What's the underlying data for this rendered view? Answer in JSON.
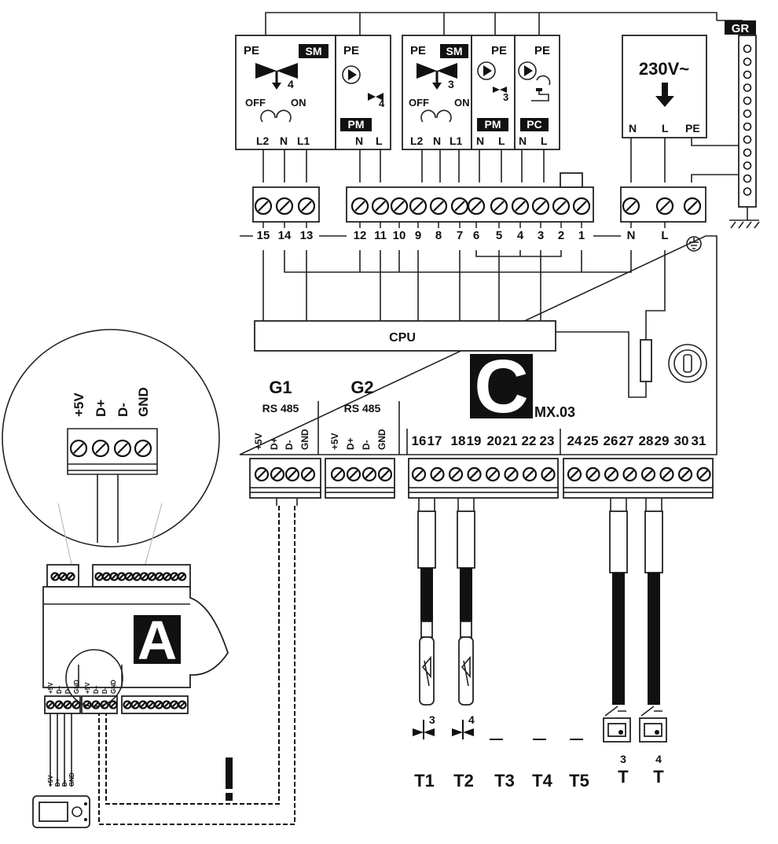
{
  "module_c": {
    "letter": "C",
    "model": "MX.03",
    "cpu_label": "CPU",
    "g1": {
      "name": "G1",
      "bus": "RS 485",
      "pins": [
        "+5V",
        "D+",
        "D-",
        "GND"
      ]
    },
    "g2": {
      "name": "G2",
      "bus": "RS 485",
      "pins": [
        "+5V",
        "D+",
        "D-",
        "GND"
      ]
    },
    "upper_terminals": [
      "15",
      "14",
      "13",
      "12",
      "11",
      "10",
      "9",
      "8",
      "7",
      "6",
      "5",
      "4",
      "3",
      "2",
      "1",
      "N",
      "L"
    ],
    "lower_terminals": [
      "16",
      "17",
      "18",
      "19",
      "20",
      "21",
      "22",
      "23",
      "24",
      "25",
      "26",
      "27",
      "28",
      "29",
      "30",
      "31"
    ]
  },
  "devices": {
    "mixer4": {
      "pe": "PE",
      "badge": "SM",
      "num": "4",
      "off": "OFF",
      "on": "ON",
      "l2": "L2",
      "n": "N",
      "l1": "L1"
    },
    "pump4": {
      "pe": "PE",
      "num": "4",
      "badge": "PM",
      "n": "N",
      "l": "L"
    },
    "mixer3": {
      "pe": "PE",
      "badge": "SM",
      "num": "3",
      "off": "OFF",
      "on": "ON",
      "l2": "L2",
      "n": "N",
      "l1": "L1"
    },
    "pump3": {
      "pe": "PE",
      "num": "3",
      "badge": "PM",
      "n": "N",
      "l": "L"
    },
    "pumpdhw": {
      "pe": "PE",
      "badge": "PC",
      "n": "N",
      "l": "L"
    },
    "power": {
      "voltage": "230V~",
      "n": "N",
      "l": "L",
      "pe": "PE"
    }
  },
  "gr_label": "GR",
  "module_a": {
    "letter": "A",
    "pins": [
      "+5V",
      "D+",
      "D-",
      "GND"
    ]
  },
  "magnifier_pins": [
    "+5V",
    "D+",
    "D-",
    "GND"
  ],
  "warning": "!",
  "sensors": {
    "t_labels": [
      "T1",
      "T2",
      "T3",
      "T4",
      "T5"
    ],
    "sensor_nums": [
      "3",
      "4"
    ],
    "thermostat_nums": [
      "3",
      "4"
    ],
    "thermostat_letter": "T"
  },
  "colors": {
    "ink": "#111111",
    "background": "#ffffff"
  }
}
